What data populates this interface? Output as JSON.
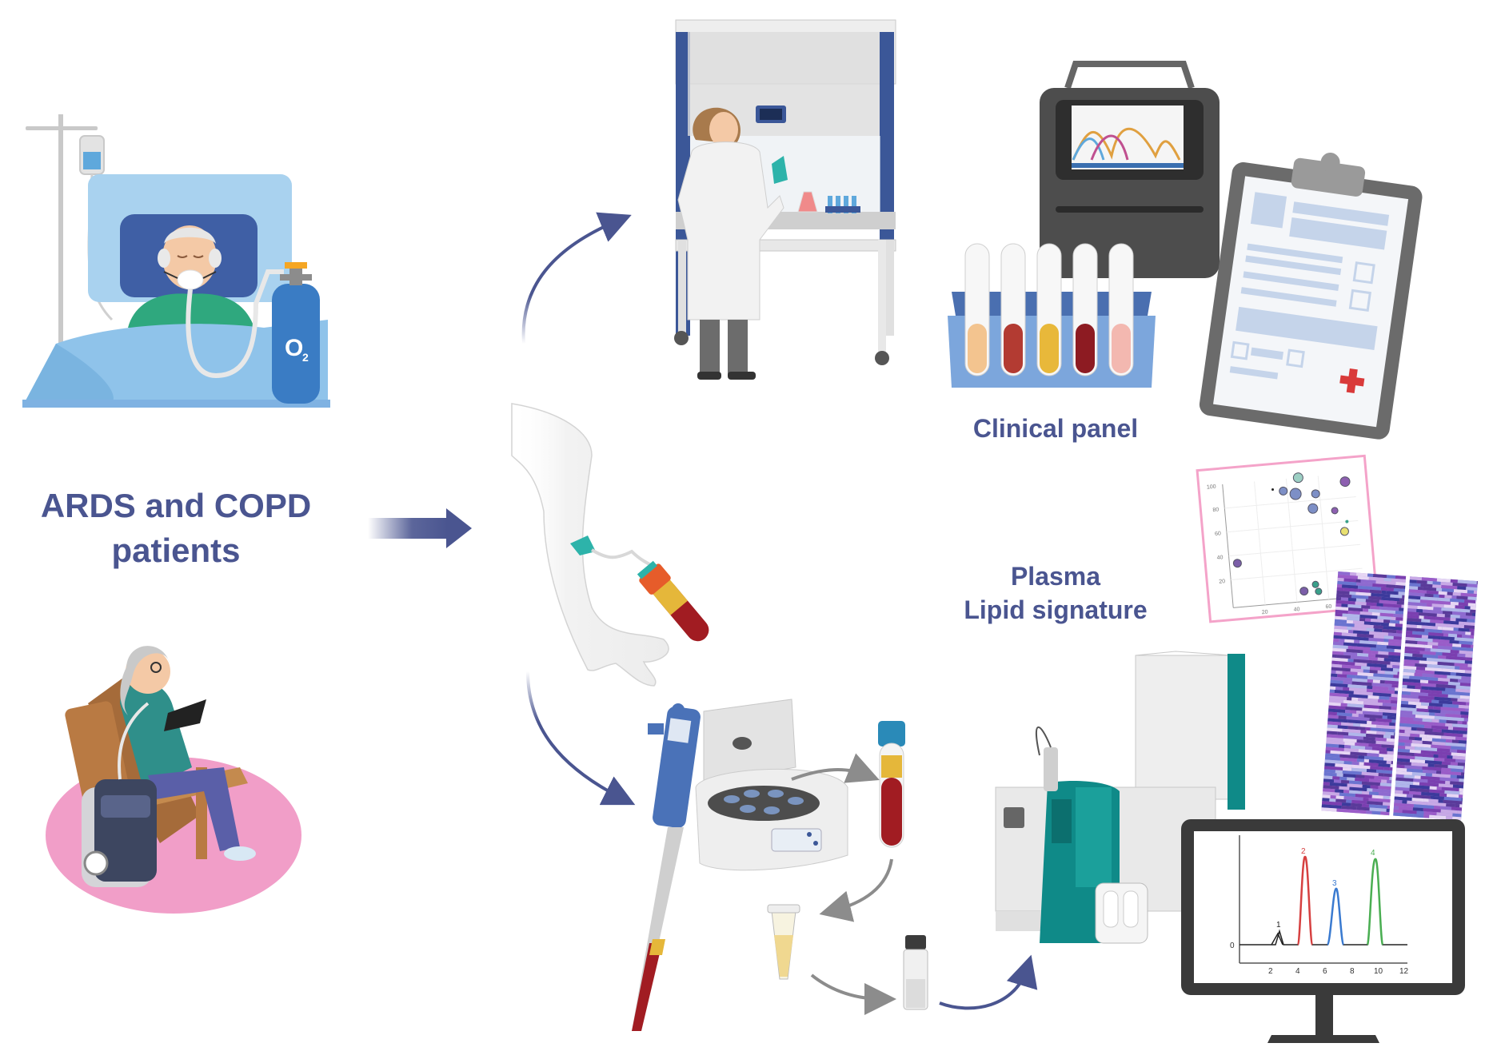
{
  "labels": {
    "patients_line1": "ARDS and COPD",
    "patients_line2": "patients",
    "clinical_panel": "Clinical panel",
    "lipid_line1": "Plasma",
    "lipid_line2": "Lipid signature"
  },
  "oxygen_tank": {
    "symbol": "O",
    "subscript": "2"
  },
  "chromatogram": {
    "peak_labels": [
      "1",
      "2",
      "3",
      "4"
    ],
    "x_ticks": [
      "2",
      "4",
      "6",
      "8",
      "10",
      "12"
    ],
    "y_zero": "0"
  },
  "scatter_mini": {
    "y_ticks": [
      "100",
      "80",
      "60",
      "40",
      "20"
    ],
    "x_ticks": [
      "20",
      "40",
      "60"
    ]
  },
  "colors": {
    "label_text": "#4a5590",
    "arrow_blue": "#4a5590",
    "arrow_gray": "#8c8c8c",
    "blood_red": "#a11c22",
    "plasma_yellow": "#e5b73a",
    "teal": "#0f8a88",
    "pink_rug": "#f19ec8",
    "cabinet_blue": "#3b5798"
  },
  "icons": [
    "hospital-bed-patient-icon",
    "iv-drip-icon",
    "oxygen-tank-icon",
    "elderly-woman-armchair-icon",
    "oxygen-concentrator-icon",
    "biosafety-cabinet-icon",
    "lab-scientist-icon",
    "analyzer-device-icon",
    "test-tube-rack-icon",
    "clipboard-report-icon",
    "arm-blood-draw-icon",
    "pipette-icon",
    "centrifuge-icon",
    "plasma-tube-icon",
    "eppendorf-tube-icon",
    "glass-vial-icon",
    "mass-spectrometer-icon",
    "monitor-chromatogram-icon",
    "scatter-plot-icon",
    "heatmap-icon"
  ]
}
